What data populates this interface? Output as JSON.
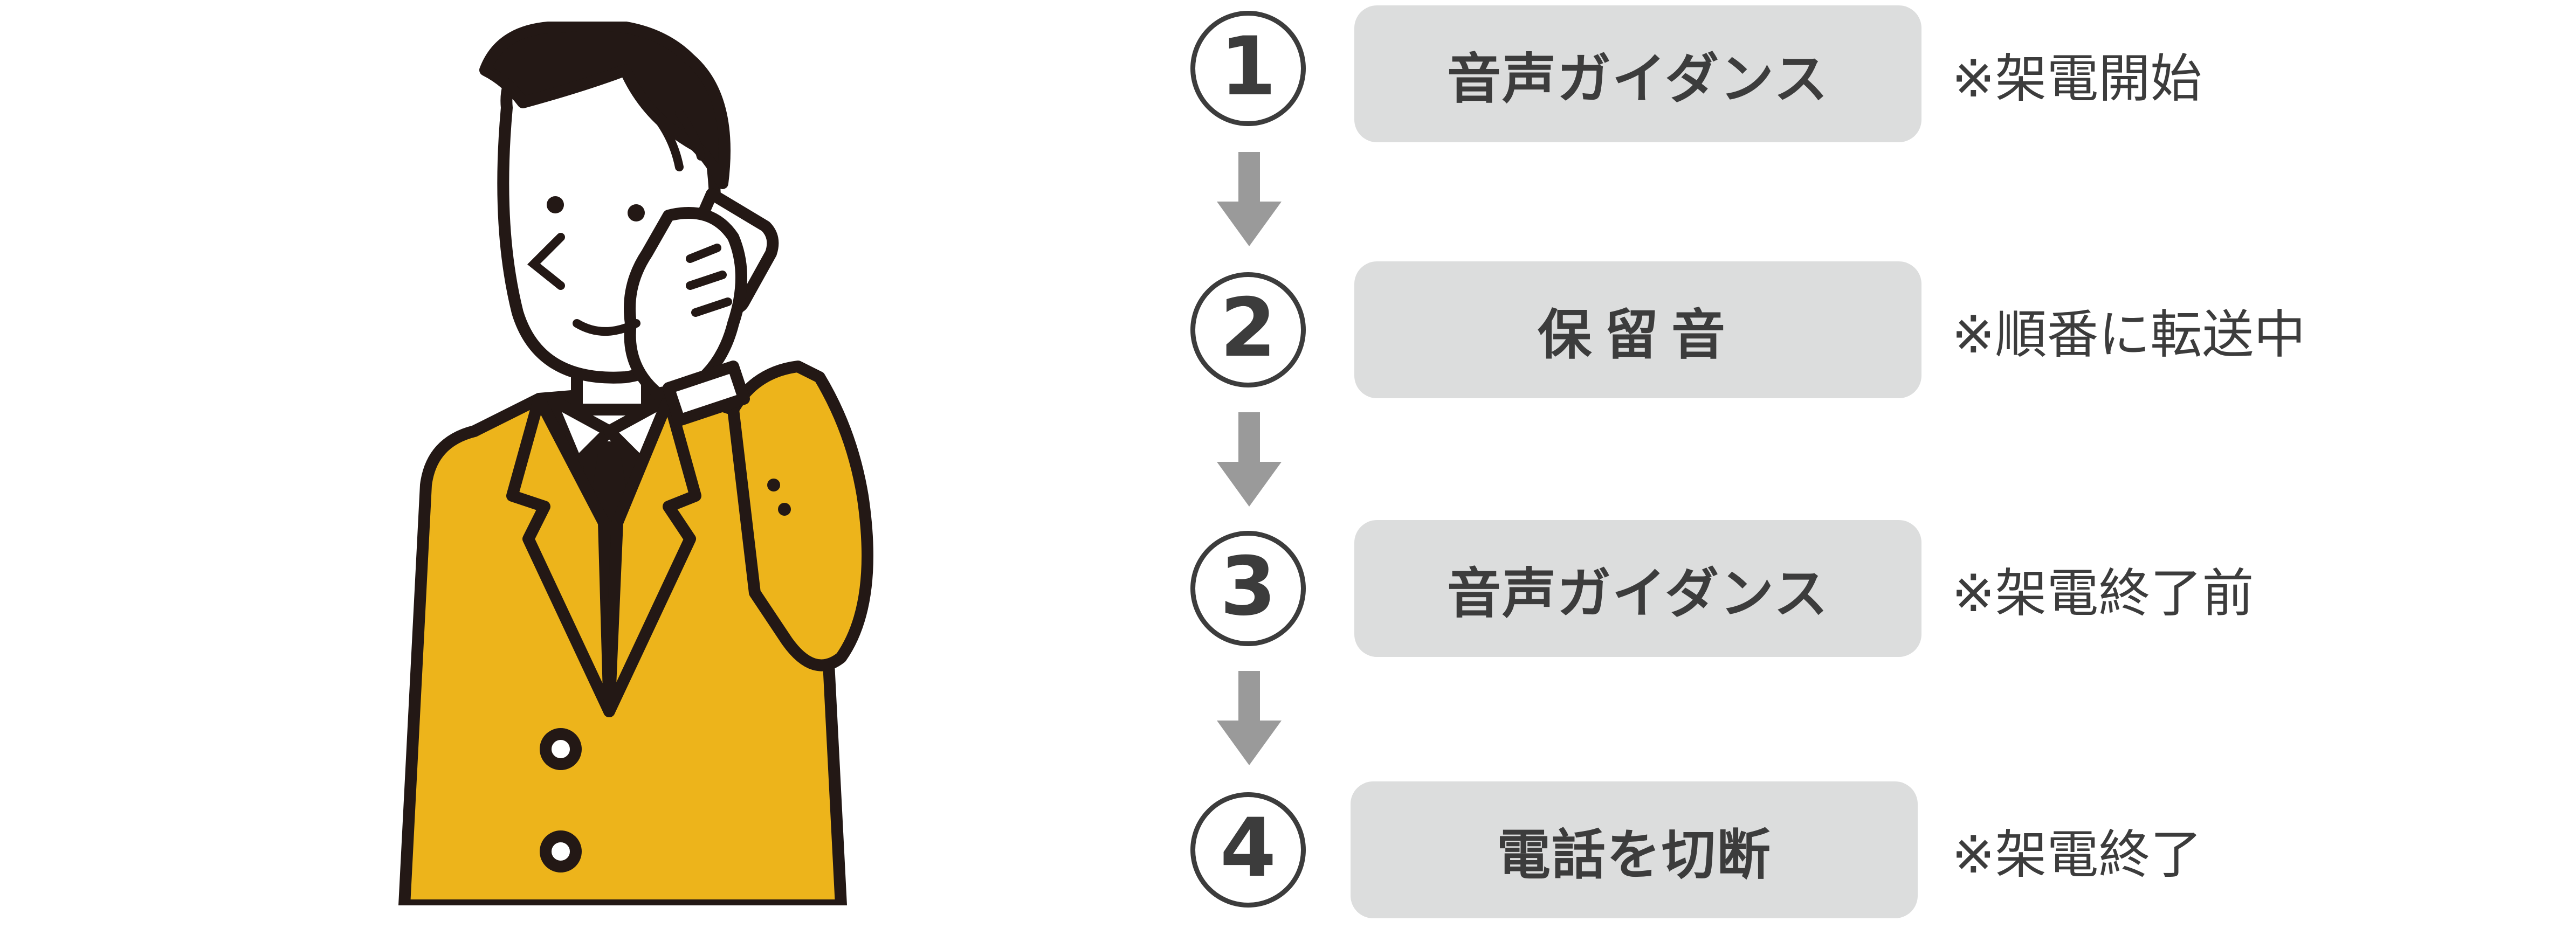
{
  "colors": {
    "text": "#3c3c3c",
    "box_fill": "#dcdddd",
    "arrow": "#9a9a9a",
    "suit": "#edb41b",
    "outline": "#231815"
  },
  "illustration": {
    "icon": "businessman-on-phone-icon"
  },
  "steps": [
    {
      "number": "1",
      "label": "音声ガイダンス",
      "note": "※架電開始"
    },
    {
      "number": "2",
      "label": "保留音",
      "note": "※順番に転送中"
    },
    {
      "number": "3",
      "label": "音声ガイダンス",
      "note": "※架電終了前"
    },
    {
      "number": "4",
      "label": "電話を切断",
      "note": "※架電終了"
    }
  ],
  "arrows": {
    "icon": "down-arrow-icon"
  }
}
